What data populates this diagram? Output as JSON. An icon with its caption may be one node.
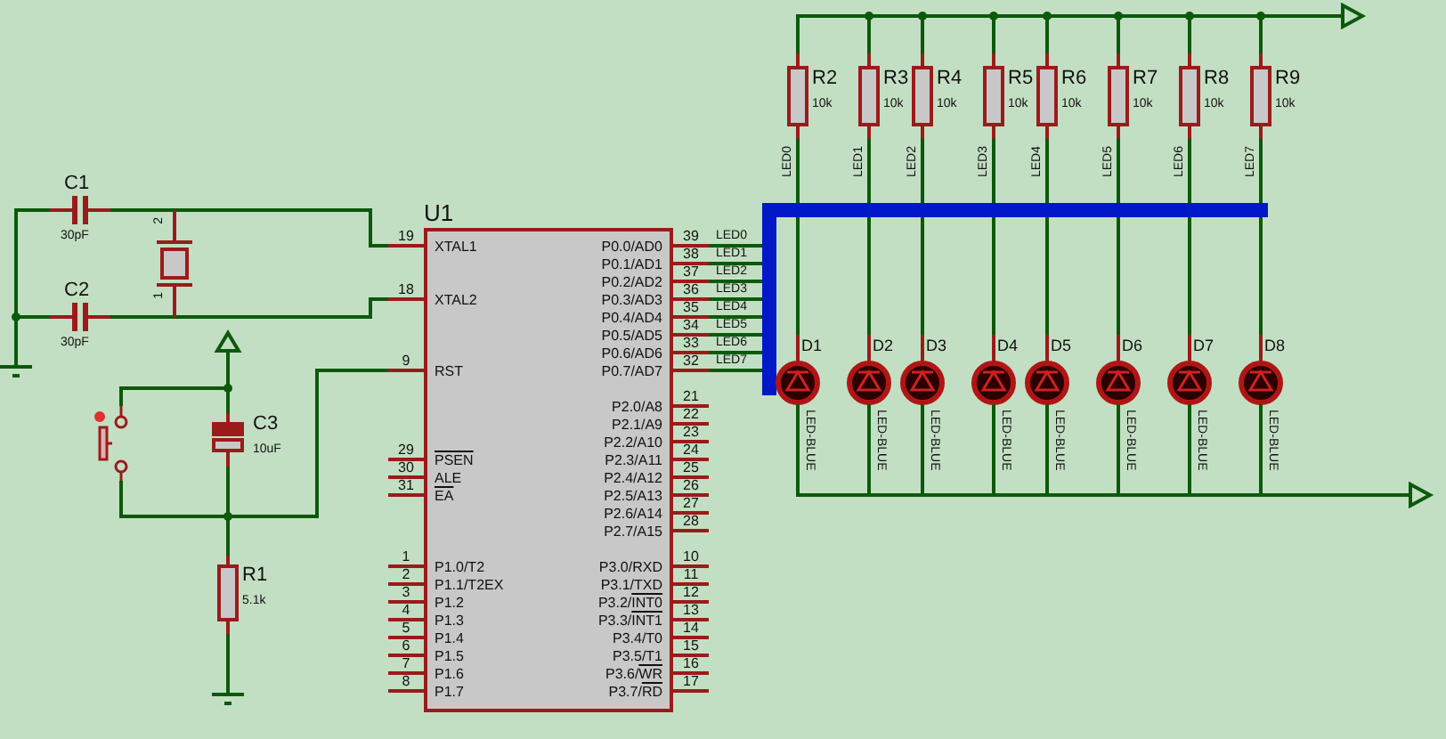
{
  "diagram": {
    "nodes": [
      {
        "text": [
          "C1",
          "30pF"
        ]
      },
      {
        "text": [
          "C2",
          "30pF"
        ]
      },
      {
        "text": [
          "2",
          "1"
        ]
      },
      {
        "text": [],
        "shape": "ground"
      },
      {
        "text": [],
        "shape": "triangle"
      },
      {
        "text": [],
        "shape": "switch"
      },
      {
        "text": [
          "C3",
          "10uF"
        ]
      },
      {
        "text": [
          "R1",
          "5.1k"
        ]
      },
      {
        "text": [],
        "shape": "ground"
      },
      {
        "text": [
          "XTAL1",
          "XTAL2",
          "RST",
          "PSEN",
          "ALE",
          "EA",
          "P1.0/T2",
          "P1.1/T2EX",
          "P1.2",
          "P1.3",
          "P1.4",
          "P1.5",
          "P1.6",
          "P1.7",
          "P0.0/AD0",
          "P0.1/AD1",
          "P0.2/AD2",
          "P0.3/AD3",
          "P0.4/AD4",
          "P0.5/AD5",
          "P0.6/AD6",
          "P0.7/AD7",
          "P2.0/A8",
          "P2.1/A9",
          "P2.2/A10",
          "P2.3/A11",
          "P2.4/A12",
          "P2.5/A13",
          "P2.6/A14",
          "P2.7/A15",
          "P3.0/RXD",
          "P3.1/TXD",
          "P3.2/INT0",
          "P3.3/INT1",
          "P3.4/T0",
          "P3.5/T1",
          "P3.6/WR",
          "P3.7/RD"
        ],
        "beside": [
          "U1"
        ]
      },
      {
        "text": [
          "R2",
          "10k"
        ]
      },
      {
        "text": [
          "R3",
          "10k"
        ]
      },
      {
        "text": [
          "R4",
          "10k"
        ]
      },
      {
        "text": [
          "R5",
          "10k"
        ]
      },
      {
        "text": [
          "R6",
          "10k"
        ]
      },
      {
        "text": [
          "R7",
          "10k"
        ]
      },
      {
        "text": [
          "R8",
          "10k"
        ]
      },
      {
        "text": [
          "R9",
          "10k"
        ]
      },
      {
        "text": [
          "D1",
          "LED-BLUE"
        ]
      },
      {
        "text": [
          "D2",
          "LED-BLUE"
        ]
      },
      {
        "text": [
          "D3",
          "LED-BLUE"
        ]
      },
      {
        "text": [
          "D4",
          "LED-BLUE"
        ]
      },
      {
        "text": [
          "D5",
          "LED-BLUE"
        ]
      },
      {
        "text": [
          "D6",
          "LED-BLUE"
        ]
      },
      {
        "text": [
          "D7",
          "LED-BLUE"
        ]
      },
      {
        "text": [
          "D8",
          "LED-BLUE"
        ]
      },
      {
        "text": [],
        "shape": "triangle"
      },
      {
        "text": [],
        "shape": "triangle"
      },
      {
        "text": [],
        "shape": "bar"
      }
    ],
    "edges": [
      {
        "from": 0,
        "to": 3,
        "arrow": "none"
      },
      {
        "from": 1,
        "to": 3,
        "arrow": "none"
      },
      {
        "from": 0,
        "to": 2,
        "arrow": "none"
      },
      {
        "from": 1,
        "to": 2,
        "arrow": "none"
      },
      {
        "from": 2,
        "to": 9,
        "arrow": "none"
      },
      {
        "from": 2,
        "to": 9,
        "arrow": "none"
      },
      {
        "from": 4,
        "to": 6,
        "arrow": "none"
      },
      {
        "from": 5,
        "to": 6,
        "arrow": "none"
      },
      {
        "from": 5,
        "to": 7,
        "arrow": "none"
      },
      {
        "from": 6,
        "to": 7,
        "arrow": "none"
      },
      {
        "from": 7,
        "to": 9,
        "arrow": "none"
      },
      {
        "from": 7,
        "to": 8,
        "arrow": "none"
      },
      {
        "from": 9,
        "to": 28,
        "arrow": "none",
        "label": "LED0"
      },
      {
        "from": 9,
        "to": 28,
        "arrow": "none",
        "label": "LED1"
      },
      {
        "from": 9,
        "to": 28,
        "arrow": "none",
        "label": "LED2"
      },
      {
        "from": 9,
        "to": 28,
        "arrow": "none",
        "label": "LED3"
      },
      {
        "from": 9,
        "to": 28,
        "arrow": "none",
        "label": "LED4"
      },
      {
        "from": 9,
        "to": 28,
        "arrow": "none",
        "label": "LED5"
      },
      {
        "from": 9,
        "to": 28,
        "arrow": "none",
        "label": "LED6"
      },
      {
        "from": 9,
        "to": 28,
        "arrow": "none",
        "label": "LED7"
      },
      {
        "from": 10,
        "to": 26,
        "arrow": "none"
      },
      {
        "from": 11,
        "to": 26,
        "arrow": "none"
      },
      {
        "from": 12,
        "to": 26,
        "arrow": "none"
      },
      {
        "from": 13,
        "to": 26,
        "arrow": "none"
      },
      {
        "from": 14,
        "to": 26,
        "arrow": "none"
      },
      {
        "from": 15,
        "to": 26,
        "arrow": "none"
      },
      {
        "from": 16,
        "to": 26,
        "arrow": "none"
      },
      {
        "from": 17,
        "to": 26,
        "arrow": "none"
      },
      {
        "from": 10,
        "to": 28,
        "arrow": "none",
        "label": "LED0"
      },
      {
        "from": 11,
        "to": 28,
        "arrow": "none",
        "label": "LED1"
      },
      {
        "from": 12,
        "to": 28,
        "arrow": "none",
        "label": "LED2"
      },
      {
        "from": 13,
        "to": 28,
        "arrow": "none",
        "label": "LED3"
      },
      {
        "from": 14,
        "to": 28,
        "arrow": "none",
        "label": "LED4"
      },
      {
        "from": 15,
        "to": 28,
        "arrow": "none",
        "label": "LED5"
      },
      {
        "from": 16,
        "to": 28,
        "arrow": "none",
        "label": "LED6"
      },
      {
        "from": 17,
        "to": 28,
        "arrow": "none",
        "label": "LED7"
      },
      {
        "from": 28,
        "to": 18,
        "arrow": "none"
      },
      {
        "from": 28,
        "to": 19,
        "arrow": "none"
      },
      {
        "from": 28,
        "to": 20,
        "arrow": "none"
      },
      {
        "from": 28,
        "to": 21,
        "arrow": "none"
      },
      {
        "from": 28,
        "to": 22,
        "arrow": "none"
      },
      {
        "from": 28,
        "to": 23,
        "arrow": "none"
      },
      {
        "from": 28,
        "to": 24,
        "arrow": "none"
      },
      {
        "from": 28,
        "to": 25,
        "arrow": "none"
      },
      {
        "from": 18,
        "to": 27,
        "arrow": "none"
      },
      {
        "from": 19,
        "to": 27,
        "arrow": "none"
      },
      {
        "from": 20,
        "to": 27,
        "arrow": "none"
      },
      {
        "from": 21,
        "to": 27,
        "arrow": "none"
      },
      {
        "from": 22,
        "to": 27,
        "arrow": "none"
      },
      {
        "from": 23,
        "to": 27,
        "arrow": "none"
      },
      {
        "from": 24,
        "to": 27,
        "arrow": "none"
      },
      {
        "from": 25,
        "to": 27,
        "arrow": "none"
      }
    ],
    "labels": [
      "19",
      "18",
      "9",
      "29",
      "30",
      "31",
      "1",
      "2",
      "3",
      "4",
      "5",
      "6",
      "7",
      "8",
      "39",
      "38",
      "37",
      "36",
      "35",
      "34",
      "33",
      "32",
      "21",
      "22",
      "23",
      "24",
      "25",
      "26",
      "27",
      "28",
      "10",
      "11",
      "12",
      "13",
      "14",
      "15",
      "16",
      "17"
    ]
  }
}
